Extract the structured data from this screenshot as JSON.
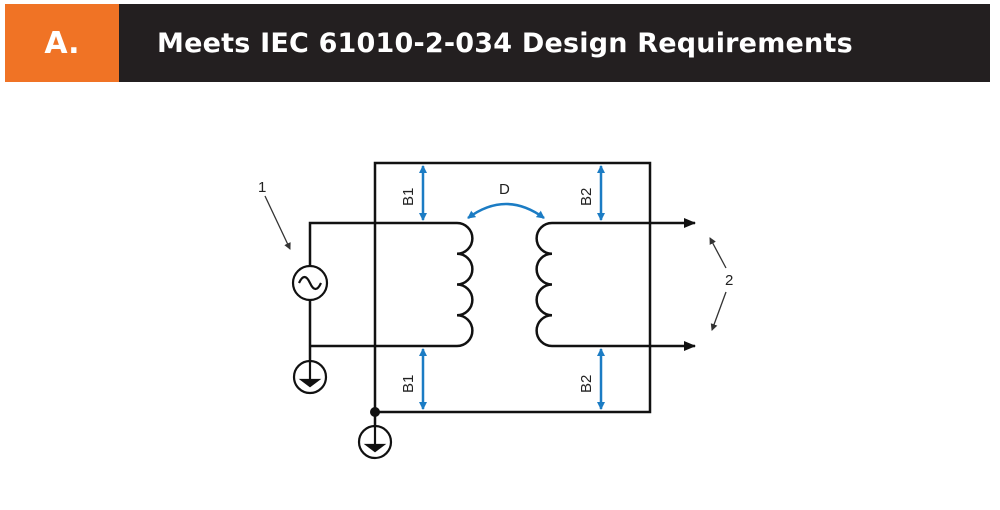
{
  "header": {
    "letter": "A.",
    "title": "Meets IEC 61010-2-034 Design Requirements"
  },
  "diagram": {
    "labels": {
      "source_ref": "1",
      "output_ref": "2",
      "distance_d": "D",
      "b1_top": "B1",
      "b1_bottom": "B1",
      "b2_top": "B2",
      "b2_bottom": "B2"
    }
  },
  "colors": {
    "orange": "#f07325",
    "dark": "#231f20",
    "blue": "#1b7cc4",
    "line": "#111111"
  }
}
